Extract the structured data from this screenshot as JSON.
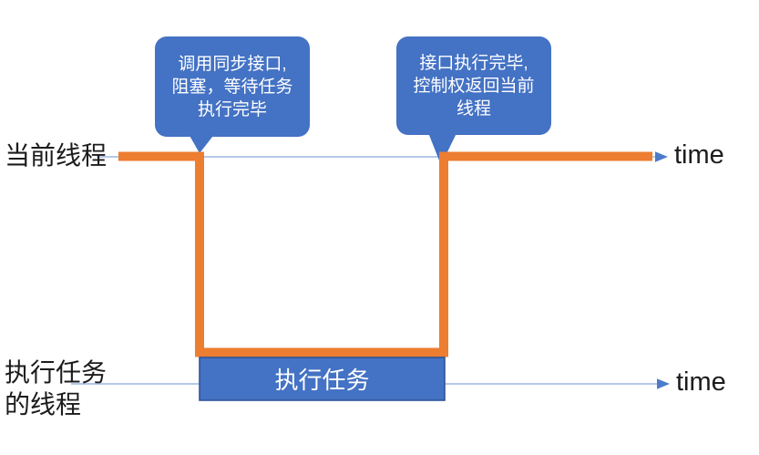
{
  "diagram": {
    "title_semantic": "synchronous call blocking between threads",
    "colors": {
      "accent_orange": "#ED7D31",
      "accent_blue": "#4472C4",
      "task_border": "#2F5597",
      "timeline_blue": "#9DB6E2",
      "arrow_blue": "#4C7BC9",
      "text_dark": "#1c1c1c",
      "bubble_text": "#ffffff"
    },
    "lanes": {
      "current_thread": {
        "label": "当前线程",
        "time_label": "time"
      },
      "worker_thread": {
        "label": "执行任务\n的线程",
        "time_label": "time"
      }
    },
    "callouts": {
      "call": {
        "line1": "调用同步接口,",
        "line2": "阻塞，等待任务",
        "line3": "执行完毕"
      },
      "return": {
        "line1": "接口执行完毕,",
        "line2": "控制权返回当前",
        "line3": "线程"
      }
    },
    "task": {
      "label": "执行任务"
    }
  }
}
